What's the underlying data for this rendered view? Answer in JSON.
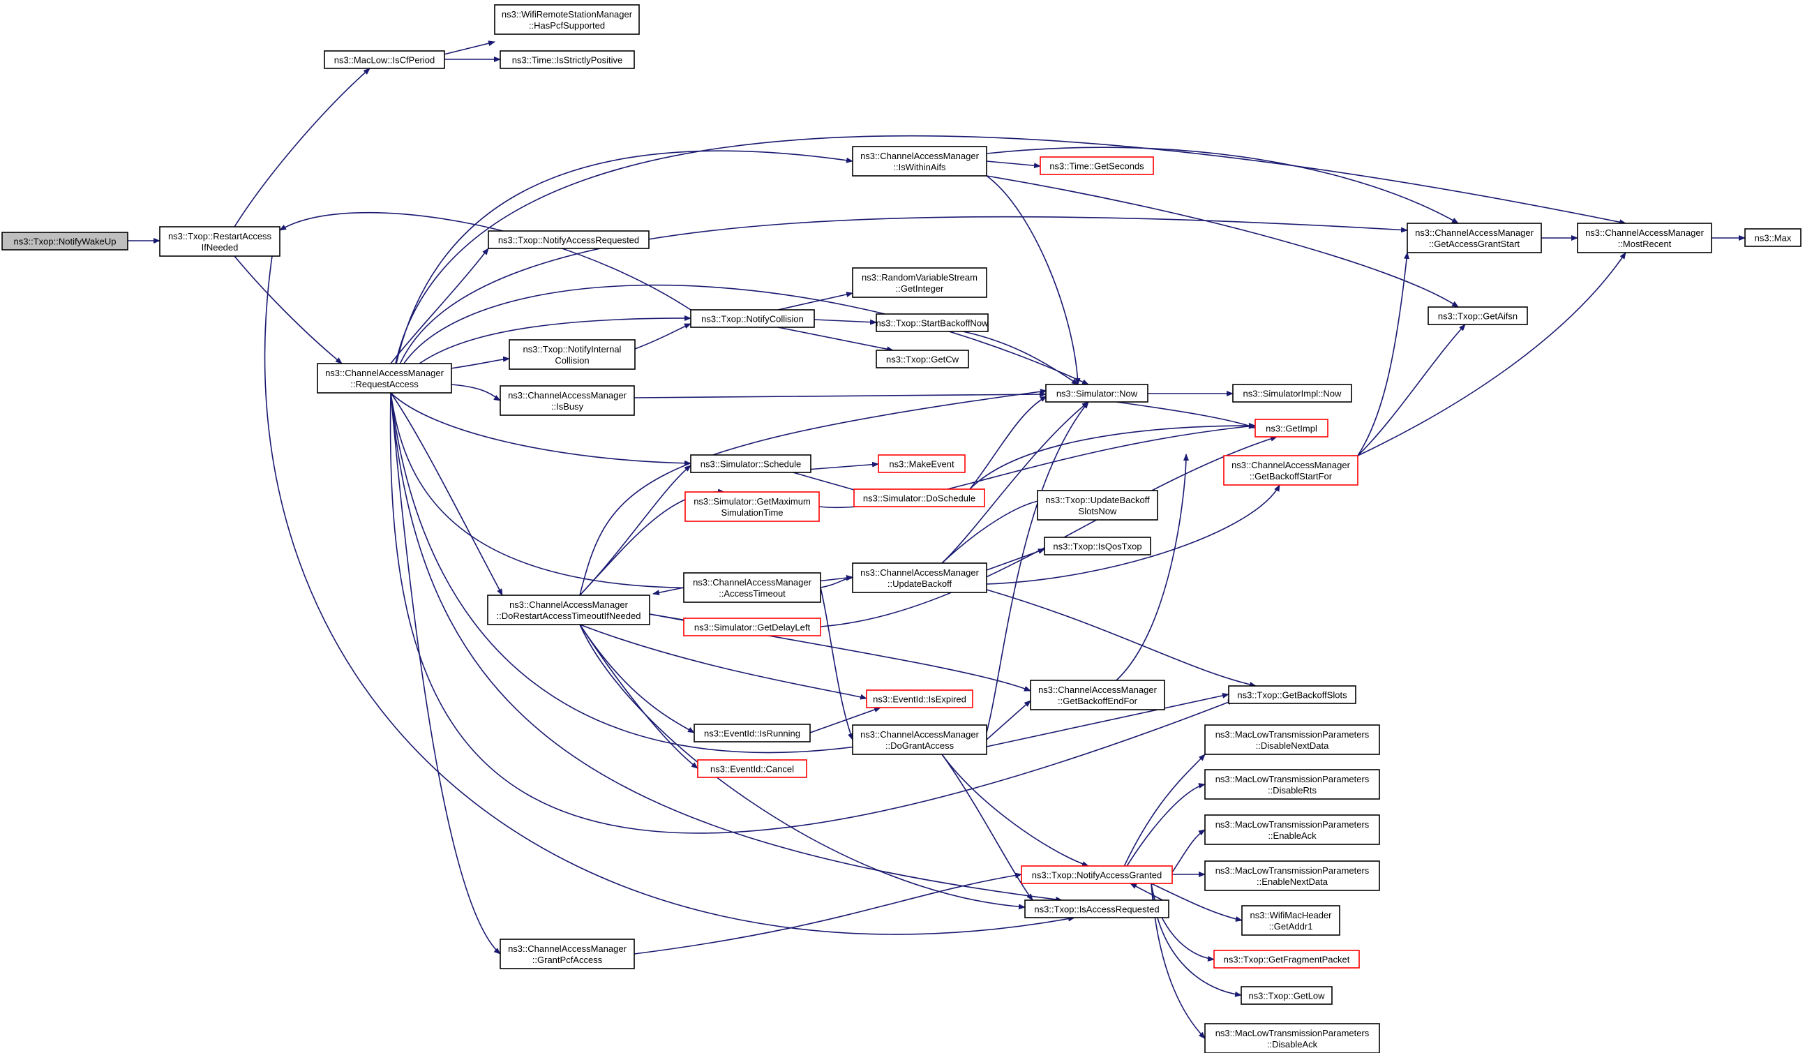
{
  "colors": {
    "edge": "#191970",
    "node_border": "#000000",
    "node_border_truncated": "#ff0000",
    "root_fill": "#bfbfbf",
    "node_fill": "#ffffff"
  },
  "nodes": [
    {
      "id": "root",
      "lines": [
        "ns3::Txop::NotifyWakeUp"
      ],
      "style": "root"
    },
    {
      "id": "restart",
      "lines": [
        "ns3::Txop::RestartAccess",
        "IfNeeded"
      ],
      "style": "normal"
    },
    {
      "id": "iscfp",
      "lines": [
        "ns3::MacLow::IsCfPeriod"
      ],
      "style": "normal"
    },
    {
      "id": "haspcf",
      "lines": [
        "ns3::WifiRemoteStationManager",
        "::HasPcfSupported"
      ],
      "style": "normal"
    },
    {
      "id": "strictpos",
      "lines": [
        "ns3::Time::IsStrictlyPositive"
      ],
      "style": "normal"
    },
    {
      "id": "reqacc",
      "lines": [
        "ns3::ChannelAccessManager",
        "::RequestAccess"
      ],
      "style": "normal"
    },
    {
      "id": "notifyreq",
      "lines": [
        "ns3::Txop::NotifyAccessRequested"
      ],
      "style": "normal"
    },
    {
      "id": "notifyint",
      "lines": [
        "ns3::Txop::NotifyInternal",
        "Collision"
      ],
      "style": "normal"
    },
    {
      "id": "isbusy",
      "lines": [
        "ns3::ChannelAccessManager",
        "::IsBusy"
      ],
      "style": "normal"
    },
    {
      "id": "drat",
      "lines": [
        "ns3::ChannelAccessManager",
        "::DoRestartAccessTimeoutIfNeeded"
      ],
      "style": "normal"
    },
    {
      "id": "grantpcf",
      "lines": [
        "ns3::ChannelAccessManager",
        "::GrantPcfAccess"
      ],
      "style": "normal"
    },
    {
      "id": "notifycol",
      "lines": [
        "ns3::Txop::NotifyCollision"
      ],
      "style": "normal"
    },
    {
      "id": "schedule",
      "lines": [
        "ns3::Simulator::Schedule"
      ],
      "style": "normal"
    },
    {
      "id": "getmax",
      "lines": [
        "ns3::Simulator::GetMaximum",
        "SimulationTime"
      ],
      "style": "truncated"
    },
    {
      "id": "acctimeout",
      "lines": [
        "ns3::ChannelAccessManager",
        "::AccessTimeout"
      ],
      "style": "normal"
    },
    {
      "id": "getdelay",
      "lines": [
        "ns3::Simulator::GetDelayLeft"
      ],
      "style": "truncated"
    },
    {
      "id": "isrunning",
      "lines": [
        "ns3::EventId::IsRunning"
      ],
      "style": "normal"
    },
    {
      "id": "cancel",
      "lines": [
        "ns3::EventId::Cancel"
      ],
      "style": "truncated"
    },
    {
      "id": "iswithin",
      "lines": [
        "ns3::ChannelAccessManager",
        "::IsWithinAifs"
      ],
      "style": "normal"
    },
    {
      "id": "getint",
      "lines": [
        "ns3::RandomVariableStream",
        "::GetInteger"
      ],
      "style": "normal"
    },
    {
      "id": "startbo",
      "lines": [
        "ns3::Txop::StartBackoffNow"
      ],
      "style": "normal"
    },
    {
      "id": "getcw",
      "lines": [
        "ns3::Txop::GetCw"
      ],
      "style": "normal"
    },
    {
      "id": "makeevent",
      "lines": [
        "ns3::MakeEvent"
      ],
      "style": "truncated"
    },
    {
      "id": "dosched",
      "lines": [
        "ns3::Simulator::DoSchedule"
      ],
      "style": "truncated"
    },
    {
      "id": "updbo",
      "lines": [
        "ns3::ChannelAccessManager",
        "::UpdateBackoff"
      ],
      "style": "normal"
    },
    {
      "id": "isexpired",
      "lines": [
        "ns3::EventId::IsExpired"
      ],
      "style": "truncated"
    },
    {
      "id": "dogrant",
      "lines": [
        "ns3::ChannelAccessManager",
        "::DoGrantAccess"
      ],
      "style": "normal"
    },
    {
      "id": "getsec",
      "lines": [
        "ns3::Time::GetSeconds"
      ],
      "style": "truncated"
    },
    {
      "id": "simnow",
      "lines": [
        "ns3::Simulator::Now"
      ],
      "style": "normal"
    },
    {
      "id": "updbsn",
      "lines": [
        "ns3::Txop::UpdateBackoff",
        "SlotsNow"
      ],
      "style": "normal"
    },
    {
      "id": "isqos",
      "lines": [
        "ns3::Txop::IsQosTxop"
      ],
      "style": "normal"
    },
    {
      "id": "gbef",
      "lines": [
        "ns3::ChannelAccessManager",
        "::GetBackoffEndFor"
      ],
      "style": "normal"
    },
    {
      "id": "notifyacc",
      "lines": [
        "ns3::Txop::NotifyAccessGranted"
      ],
      "style": "truncated"
    },
    {
      "id": "isaccreq",
      "lines": [
        "ns3::Txop::IsAccessRequested"
      ],
      "style": "normal"
    },
    {
      "id": "simimplnow",
      "lines": [
        "ns3::SimulatorImpl::Now"
      ],
      "style": "normal"
    },
    {
      "id": "getimpl",
      "lines": [
        "ns3::GetImpl"
      ],
      "style": "truncated"
    },
    {
      "id": "gbsf",
      "lines": [
        "ns3::ChannelAccessManager",
        "::GetBackoffStartFor"
      ],
      "style": "truncated"
    },
    {
      "id": "ggs",
      "lines": [
        "ns3::ChannelAccessManager",
        "::GetAccessGrantStart"
      ],
      "style": "normal"
    },
    {
      "id": "getaifsn",
      "lines": [
        "ns3::Txop::GetAifsn"
      ],
      "style": "normal"
    },
    {
      "id": "gbslots",
      "lines": [
        "ns3::Txop::GetBackoffSlots"
      ],
      "style": "normal"
    },
    {
      "id": "dnd",
      "lines": [
        "ns3::MacLowTransmissionParameters",
        "::DisableNextData"
      ],
      "style": "normal"
    },
    {
      "id": "drts",
      "lines": [
        "ns3::MacLowTransmissionParameters",
        "::DisableRts"
      ],
      "style": "normal"
    },
    {
      "id": "eack",
      "lines": [
        "ns3::MacLowTransmissionParameters",
        "::EnableAck"
      ],
      "style": "normal"
    },
    {
      "id": "end",
      "lines": [
        "ns3::MacLowTransmissionParameters",
        "::EnableNextData"
      ],
      "style": "normal"
    },
    {
      "id": "addr1",
      "lines": [
        "ns3::WifiMacHeader",
        "::GetAddr1"
      ],
      "style": "normal"
    },
    {
      "id": "getfrag",
      "lines": [
        "ns3::Txop::GetFragmentPacket"
      ],
      "style": "truncated"
    },
    {
      "id": "getlow",
      "lines": [
        "ns3::Txop::GetLow"
      ],
      "style": "normal"
    },
    {
      "id": "dack",
      "lines": [
        "ns3::MacLowTransmissionParameters",
        "::DisableAck"
      ],
      "style": "normal"
    },
    {
      "id": "mostrecent",
      "lines": [
        "ns3::ChannelAccessManager",
        "::MostRecent"
      ],
      "style": "normal"
    },
    {
      "id": "max",
      "lines": [
        "ns3::Max"
      ],
      "style": "normal"
    }
  ]
}
